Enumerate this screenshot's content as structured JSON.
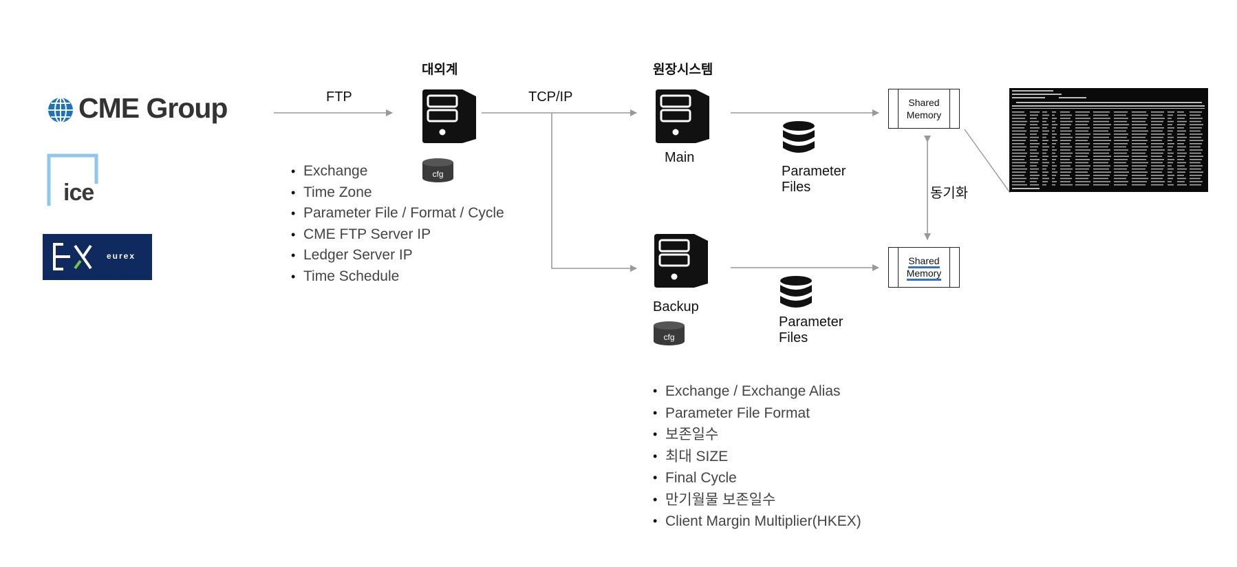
{
  "logos": {
    "cme": "CME Group",
    "ice": "ice",
    "eurex": "eurex"
  },
  "connections": {
    "ftp": "FTP",
    "tcp": "TCP/IP",
    "sync": "동기화"
  },
  "external": {
    "header": "대외계",
    "cfg": "cfg",
    "items": [
      "Exchange",
      "Time Zone",
      "Parameter File / Format / Cycle",
      "CME FTP Server IP",
      "Ledger Server IP",
      "Time Schedule"
    ]
  },
  "origin": {
    "header": "원장시스템",
    "main_label": "Main",
    "backup_label": "Backup",
    "cfg": "cfg",
    "param_main": [
      "Parameter",
      "Files"
    ],
    "param_backup": [
      "Parameter",
      "Files"
    ],
    "items": [
      "Exchange / Exchange Alias",
      "Parameter File Format",
      "보존일수",
      "최대 SIZE",
      "Final Cycle",
      "만기월물 보존일수",
      "Client Margin Multiplier(HKEX)"
    ]
  },
  "shared_memory": {
    "main": [
      "Shared",
      "Memory"
    ],
    "backup": [
      "Shared",
      "Memory"
    ]
  },
  "colors": {
    "arrow": "#999999",
    "server": "#111111",
    "cme_blue": "#1b75bc",
    "ice_blue": "#8ec7ea",
    "eurex_navy": "#0f2a5f",
    "eurex_green": "#7cc242",
    "underline": "#2f6fd6"
  }
}
